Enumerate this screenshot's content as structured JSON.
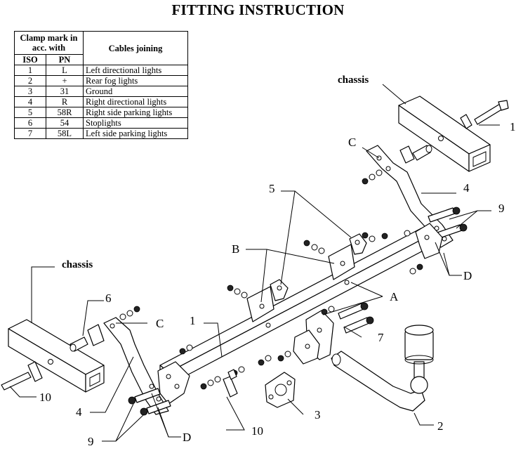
{
  "title": "FITTING INSTRUCTION",
  "table": {
    "header_clamp": "Clamp mark in acc. with",
    "header_cables": "Cables joining",
    "header_iso": "ISO",
    "header_pn": "PN",
    "rows": [
      {
        "iso": "1",
        "pn": "L",
        "cable": "Left directional lights"
      },
      {
        "iso": "2",
        "pn": "+",
        "cable": "Rear fog lights"
      },
      {
        "iso": "3",
        "pn": "31",
        "cable": "Ground"
      },
      {
        "iso": "4",
        "pn": "R",
        "cable": "Right directional lights"
      },
      {
        "iso": "5",
        "pn": "58R",
        "cable": "Right side parking lights"
      },
      {
        "iso": "6",
        "pn": "54",
        "cable": "Stoplights"
      },
      {
        "iso": "7",
        "pn": "58L",
        "cable": "Left side parking lights"
      }
    ]
  },
  "labels": {
    "chassis_right": "chassis",
    "chassis_left": "chassis",
    "c_right": "C",
    "c_left": "C",
    "b": "B",
    "a": "A",
    "d_right": "D",
    "d_left": "D",
    "n1_right": "1",
    "n1_beam": "1",
    "n2": "2",
    "n3": "3",
    "n4_right": "4",
    "n4_left": "4",
    "n5": "5",
    "n6": "6",
    "n7": "7",
    "n9_right": "9",
    "n9_left": "9",
    "n10_left": "10",
    "n10_mid": "10"
  }
}
